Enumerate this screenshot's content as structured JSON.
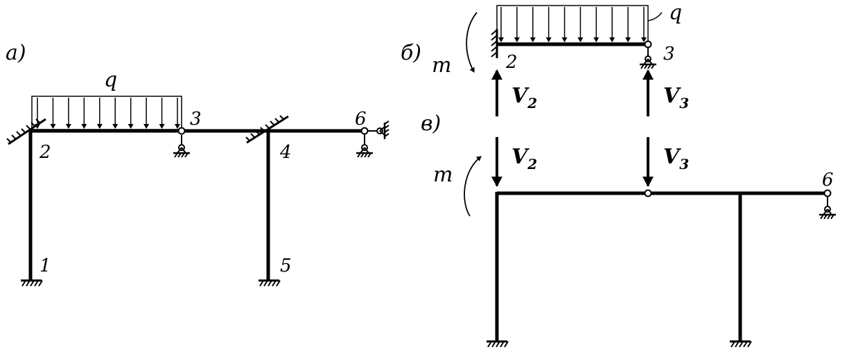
{
  "panels": {
    "a": "a)",
    "b": "б)",
    "v": "в)"
  },
  "loads": {
    "q_a": "q",
    "q_b": "q",
    "m_b": "m",
    "m_v": "m"
  },
  "nodes_a": [
    "1",
    "2",
    "3",
    "4",
    "5",
    "6"
  ],
  "nodes_b": [
    "2",
    "3"
  ],
  "nodes_v": [
    "6"
  ],
  "forces": {
    "V": "V",
    "sub2": "2",
    "sub3": "3"
  },
  "colors": {
    "ink": "#000000",
    "paper": "#ffffff"
  }
}
